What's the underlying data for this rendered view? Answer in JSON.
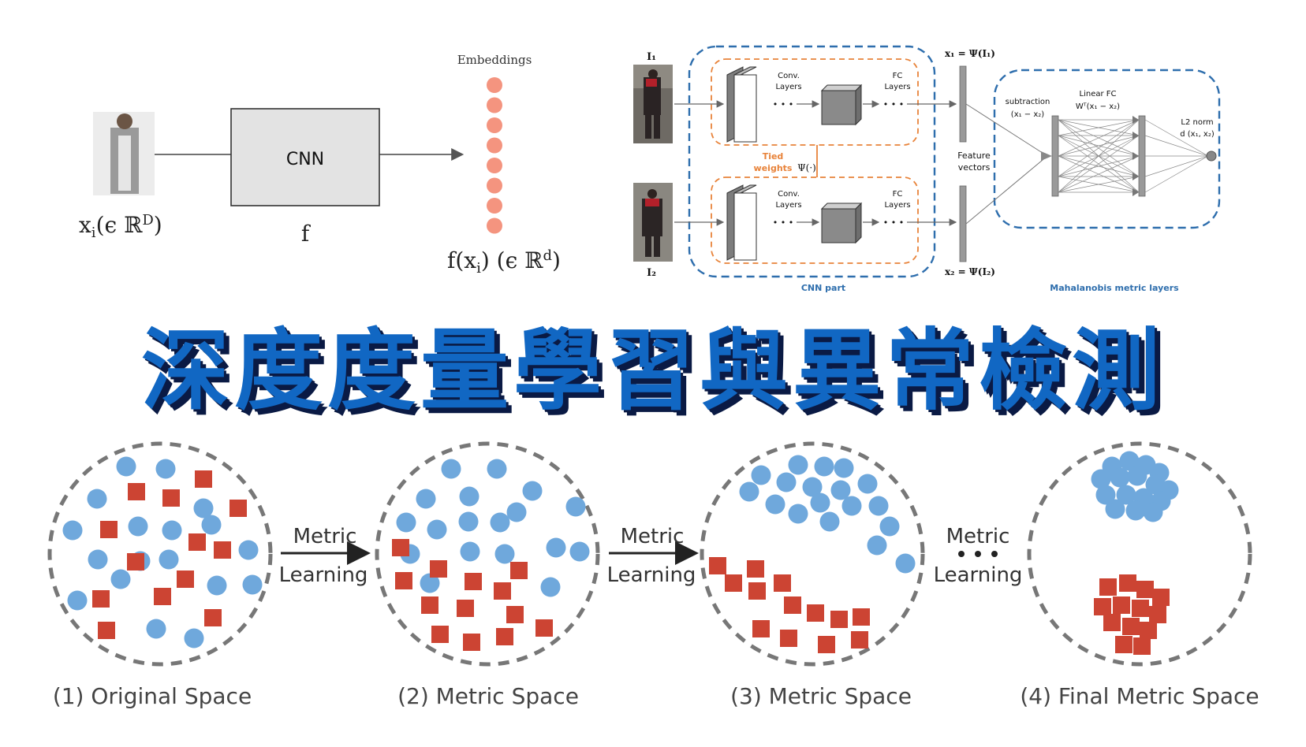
{
  "title": "深度度量學習與異常檢測",
  "embedding_panel": {
    "input_label_main": "x",
    "input_label_sub": "i",
    "input_label_rest": "(ϵ ℝ",
    "input_label_sup": "D",
    "input_label_close": ")",
    "cnn_label": "CNN",
    "f_label": "f",
    "embeddings_label": "Embeddings",
    "output_label_main": "f(x",
    "output_label_sub": "i",
    "output_label_rest": ") (ϵ ℝ",
    "output_label_sup": "d",
    "output_label_close": ")",
    "colors": {
      "embedding_dot": "#f4947f",
      "cnn_box": "#e3e3e3"
    }
  },
  "siamese_panel": {
    "i1": "I₁",
    "i2": "I₂",
    "conv_layers": "Conv.\nLayers",
    "fc_layers": "FC\nLayers",
    "ellipsis": "• • •",
    "tied": "Tied",
    "weights": "weights",
    "psi": "Ψ(·)",
    "x1_eq": "x₁ = Ψ(I₁)",
    "x2_eq": "x₂ = Ψ(I₂)",
    "feature_vectors": "Feature\nvectors",
    "subtraction": "subtraction",
    "subtraction_expr": "(x₁ − x₂)",
    "linear_fc": "Linear FC",
    "linear_fc_expr": "Wᵀ(x₁ − x₂)",
    "l2_norm": "L2 norm",
    "l2_expr": "d (x₁, x₂)",
    "cnn_part": "CNN part",
    "mahalanobis": "Mahalanobis metric layers",
    "colors": {
      "orange": "#e8833a",
      "blue": "#2e6ead"
    }
  },
  "metric_panel": {
    "arrow_label_1": "Metric",
    "arrow_label_2": "Learning",
    "captions": [
      "(1) Original Space",
      "(2) Metric Space",
      "(3) Metric Space",
      "(4) Final Metric Space"
    ],
    "colors": {
      "circle": "#6fa8dc",
      "square": "#cc4433",
      "dash": "#777777"
    }
  }
}
